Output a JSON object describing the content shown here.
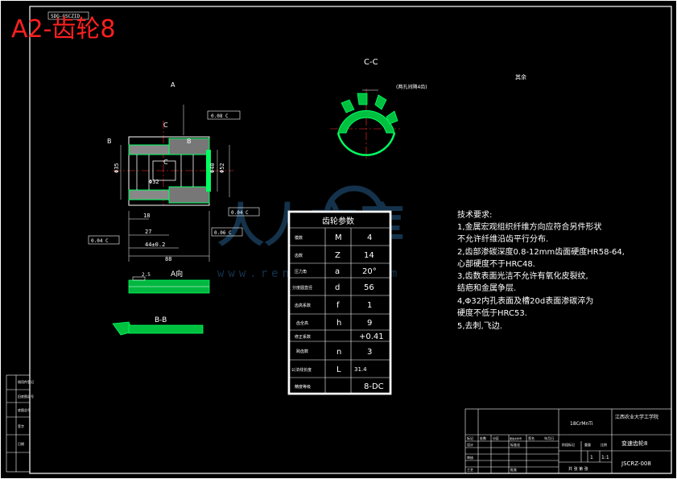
{
  "title": "A2-齿轮8",
  "drawing_code": "SDG-GSCZID",
  "views": {
    "section_cc": "C-C",
    "section_cc_note": "(两孔间隔4齿)",
    "view_a": "A向",
    "section_bb": "B-B",
    "label_a": "A",
    "label_b": "B",
    "label_c": "C"
  },
  "roughness_note": "其余",
  "tolerance_frames": [
    "0.08 C",
    "0.04 C",
    "0.06 C",
    "0.04 C"
  ],
  "dimensions": {
    "d1": "18",
    "d2": "27",
    "d3": "44±0.2",
    "d4": "88",
    "d5": "2.5",
    "d6": "Φ52",
    "d7": "Φ35",
    "d8": "Φ40",
    "d9": "Φ32"
  },
  "gear_table": {
    "title": "齿轮参数",
    "rows": [
      {
        "name": "模数",
        "symbol": "M",
        "value": "4"
      },
      {
        "name": "齿数",
        "symbol": "Z",
        "value": "14"
      },
      {
        "name": "压力角",
        "symbol": "a",
        "value": "20°"
      },
      {
        "name": "分度圆直径",
        "symbol": "d",
        "value": "56"
      },
      {
        "name": "齿高系数",
        "symbol": "f",
        "value": "1"
      },
      {
        "name": "齿全高",
        "symbol": "h",
        "value": "9"
      },
      {
        "name": "修正系数",
        "symbol": "",
        "value": "+0.41"
      },
      {
        "name": "跨齿数",
        "symbol": "n",
        "value": "3"
      },
      {
        "name": "公法线长度",
        "symbol": "L",
        "value": "31.4"
      },
      {
        "name": "精度等级",
        "symbol": "",
        "value": "8-DC"
      }
    ]
  },
  "tech_req": {
    "title": "技术要求:",
    "lines": [
      "1,金属宏观组织纤维方向应符合另件形状",
      "不允许纤维沿齿平行分布.",
      "2,齿部渗碳深度0.8-12mm齿面硬度HR58-64,",
      "心部硬度不于HRC48.",
      "3,齿数表面光洁不允许有氧化皮裂纹,",
      "结疤和金属争层.",
      "4,Φ32内孔表面及槽20d表面渗碳淬为",
      "硬度不低于HRC53.",
      "5,去刺,飞边."
    ]
  },
  "watermark": {
    "brand": "人人文库",
    "url": "www.renrendoc.com"
  },
  "title_block": {
    "material": "18CrMnTi",
    "school": "江西农业大学工学院",
    "part_name": "变速齿轮8",
    "drawing_no": "JSCRZ-008",
    "scale": "1:1",
    "qty": "1",
    "sheet_note": "共 张 第 张",
    "labels": [
      "标记",
      "处数",
      "分区",
      "更改文件号",
      "签名",
      "年月日",
      "设计",
      "标准化",
      "阶段标记",
      "重量",
      "比例",
      "审核",
      "工艺",
      "批准"
    ]
  },
  "left_strip": [
    "借用件登记",
    "旧底图总号",
    "底图总号",
    "签字",
    "日期"
  ]
}
